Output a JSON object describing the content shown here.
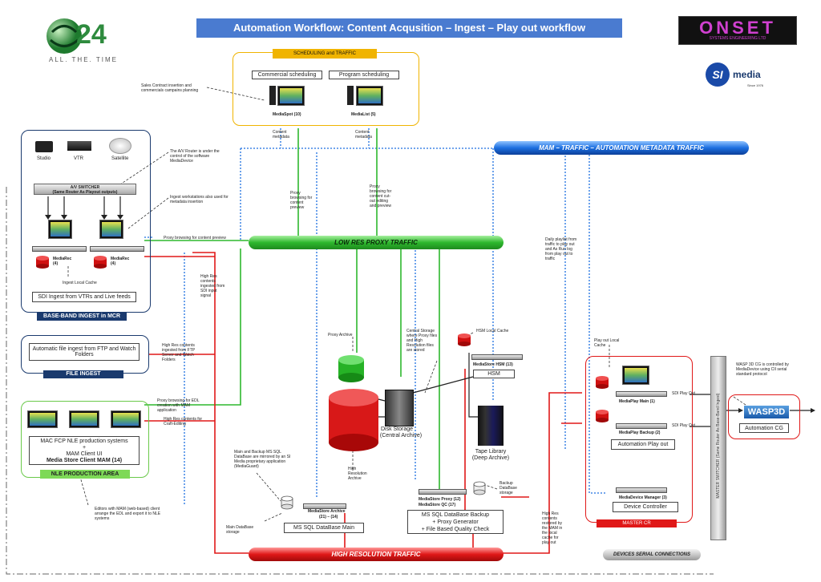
{
  "header": {
    "title": "Automation Workflow: Content Acqusition – Ingest – Play out workflow",
    "logo_24_text": "24",
    "logo_24_tagline": "ALL. THE. TIME",
    "onset_logo": "ONSET",
    "onset_sub": "SYSTEMS ENGINEERING LTD",
    "si_logo": "SI",
    "si_logo_text": "media",
    "si_since": "Since 1976"
  },
  "scheduling": {
    "title": "SCHEDULING and TRAFFIC",
    "commercial": "Commercial scheduling",
    "program": "Program scheduling",
    "mediaspot": "MediaSpot (10)",
    "medialist": "MediaList (5)",
    "sales_note": "Sales Contract insertion and commercials campains planning",
    "content_metadata_1": "Content metadata",
    "content_metadata_2": "Content metadata"
  },
  "baseband": {
    "studio": "Studio",
    "vtr": "VTR",
    "satellite": "Satellite",
    "switcher": "A/V SWITCHER",
    "switcher_sub": "(Same Router As Playout outputs)",
    "mediarec_1": "MediaRec (4)",
    "mediarec_2": "MediaRec (4)",
    "ingest_cache": "Ingest Local Cache",
    "sdi_ingest": "SDI Ingest from VTRs and Live feeds",
    "tag": "BASE-BAND INGEST in MCR",
    "router_note": "The A/V Router is under the control of the software MediaDevice",
    "workstations_note": "Ingest workstations also used for metadata insertion"
  },
  "file_ingest": {
    "label": "Automatic file ingest from FTP and Watch Folders",
    "tag": "FILE INGEST",
    "note": "High Res contents ingested from FTP Server and Watch Folders"
  },
  "nle": {
    "label_1": "MAC FCP NLE production systems",
    "label_2": "+",
    "label_3": "MAM Client UI",
    "label_4": "Media Store Client MAM (14)",
    "tag": "NLE PRODUCTION AREA",
    "browsing_note": "Proxy browsing for EDL creation with MAM application",
    "highres_note": "High Res contents for Craft-Editing",
    "editors_note": "Editors with MAM (web-based) client arrange the EDL and export it to NLE systems"
  },
  "pipes": {
    "low_res": "LOW RES PROXY TRAFFIC",
    "high_res": "HIGH RESOLUTION  TRAFFIC",
    "mam": "MAM – TRAFFIC – AUTOMATION METADATA TRAFFIC",
    "devices": "DEVICES SERIAL CONNECTIONS"
  },
  "notes": {
    "proxy_browsing": "Proxy browsing for content preview",
    "proxy_preview_1": "Proxy browsing for content preview",
    "proxy_preview_2": "Proxy browsing for content cut-out editing and preview",
    "high_res_sdi": "High Res contents ingested from SDI input signal",
    "proxy_archive": "Proxy Archive",
    "central_storage": "Central Storage where Proxy files and High Resolution files are stored",
    "hsm_cache": "HSM Local Cache",
    "high_res_archive": "High Resolution Archive",
    "daily_playlist": "Daily playlist from traffic to play out and As Run log from play out to traffic",
    "high_res_restored": "High Res contents restored by the MAM in the local cache for play out",
    "mssql_note": "Main and Backup MS SQL DataBase are mirrored by an SI Media proprietary application (MediaGuard)",
    "main_db_storage": "Main DataBase storage",
    "backup_db_storage": "Backup DataBase storage",
    "playout_cache": "Play out Local Cache",
    "wasp_note": "WASP 3D CG is controlled by MediaDevice using CII serial standard protocol"
  },
  "storage": {
    "disk_storage": "Disk Storage",
    "disk_storage_sub": "(Central Archive)",
    "hsm_label": "MediaStore HSM (13)",
    "hsm": "HSM",
    "tape_1": "Tape Library",
    "tape_2": "(Deep Archive)",
    "store_archive": "MediaStore Archive",
    "store_archive_count": "(21) – (14)",
    "mssql_main": "MS SQL DataBase Main",
    "store_proxy": "MediaStore Proxy (12)",
    "store_qc": "MediaStore QC (17)",
    "backup_1": "MS SQL DataBase Backup",
    "backup_2": "+ Proxy Generator",
    "backup_3": "+ File Based Quality Check"
  },
  "playout": {
    "main": "MediaPlay Main (1)",
    "backup": "MediaPlay Backup (2)",
    "sdi_out_1": "SDI Play Out",
    "sdi_out_2": "SDI Play Out",
    "automation_label": "Automation Play out",
    "device_manager": "MediaDevice Manager (3)",
    "device_controller": "Device Controller",
    "master_cr": "MASTER CR",
    "master_switcher": "MASTER SWITCHER (Same Router As Base-Band Ingest)",
    "wasp_logo": "WASP3D",
    "automation_cg": "Automation CG"
  },
  "colors": {
    "title_bg": "#4a7bd0",
    "orange": "#f0b400",
    "navy": "#1a3a6e",
    "green": "#2eb82e",
    "red": "#e01818",
    "blue": "#1c6fe0"
  }
}
